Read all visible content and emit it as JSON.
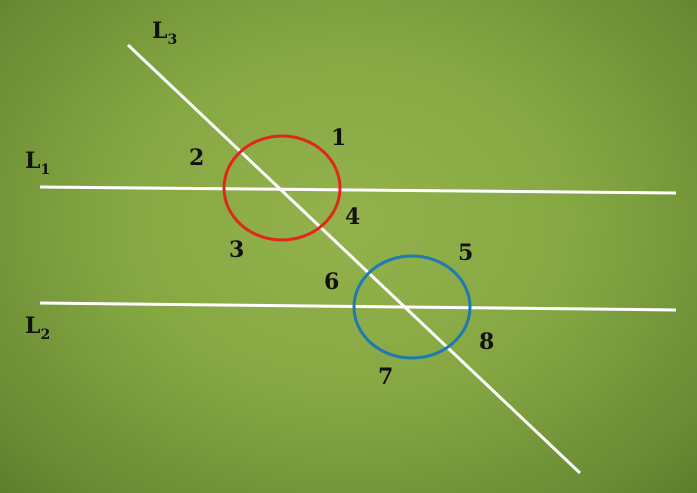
{
  "lines": {
    "l1": {
      "name": "L",
      "sub": "1"
    },
    "l2": {
      "name": "L",
      "sub": "2"
    },
    "l3": {
      "name": "L",
      "sub": "3"
    }
  },
  "angles": [
    "1",
    "2",
    "3",
    "4",
    "5",
    "6",
    "7",
    "8"
  ],
  "colors": {
    "line": "#ffffff",
    "circle_top": "#e0281a",
    "circle_bottom": "#1f7ab0",
    "text": "#111111"
  }
}
